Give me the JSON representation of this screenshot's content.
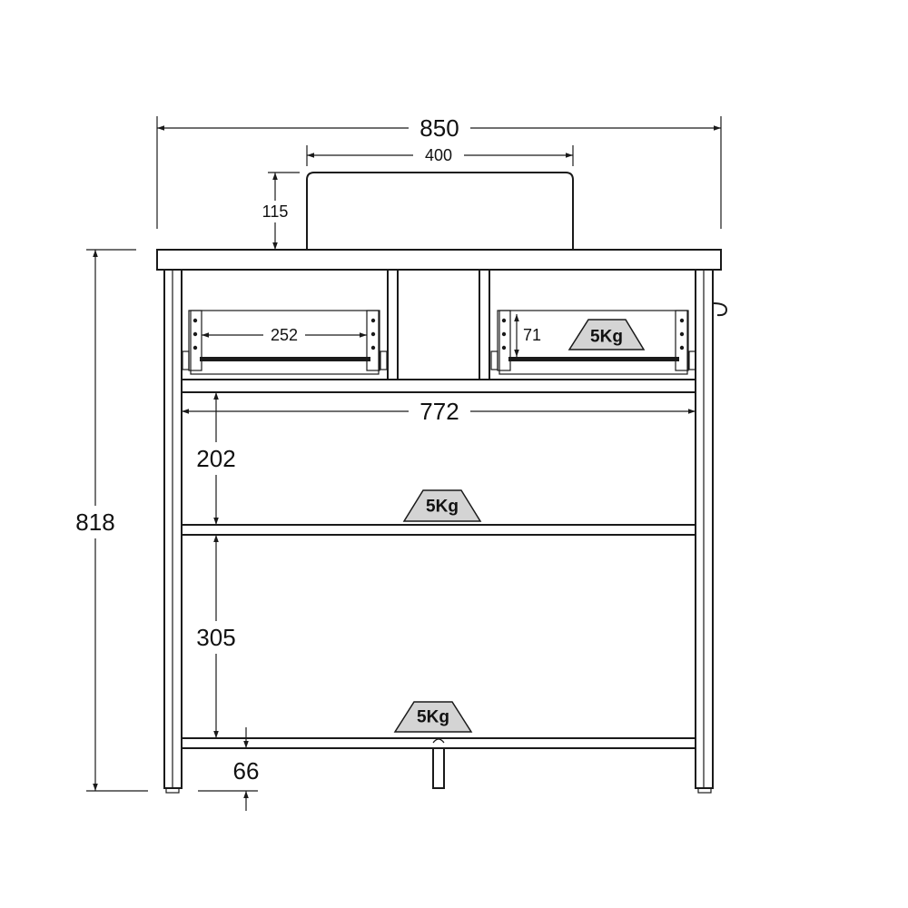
{
  "dimensions": {
    "overall_width": "850",
    "basin_width": "400",
    "basin_height": "115",
    "overall_height": "818",
    "drawer_width": "252",
    "drawer_height": "71",
    "inner_width": "772",
    "upper_shelf_gap": "202",
    "lower_shelf_gap": "305",
    "leg_clearance": "66"
  },
  "load_labels": {
    "drawer": "5Kg",
    "middle_shelf": "5Kg",
    "bottom_shelf": "5Kg"
  },
  "colors": {
    "line": "#1a1a1a",
    "load_fill": "#d4d4d4",
    "background": "#ffffff"
  }
}
